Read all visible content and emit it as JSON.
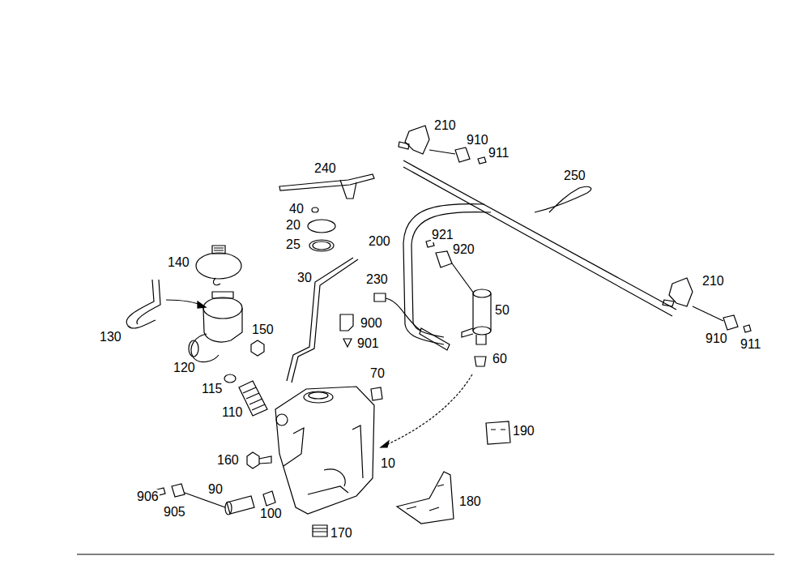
{
  "diagram": {
    "labels": [
      "210",
      "910",
      "911",
      "250",
      "240",
      "40",
      "20",
      "25",
      "200",
      "921",
      "920",
      "140",
      "30",
      "230",
      "50",
      "210",
      "900",
      "901",
      "910",
      "911",
      "130",
      "150",
      "60",
      "120",
      "70",
      "115",
      "110",
      "190",
      "160",
      "10",
      "90",
      "906",
      "905",
      "100",
      "180",
      "170"
    ]
  }
}
